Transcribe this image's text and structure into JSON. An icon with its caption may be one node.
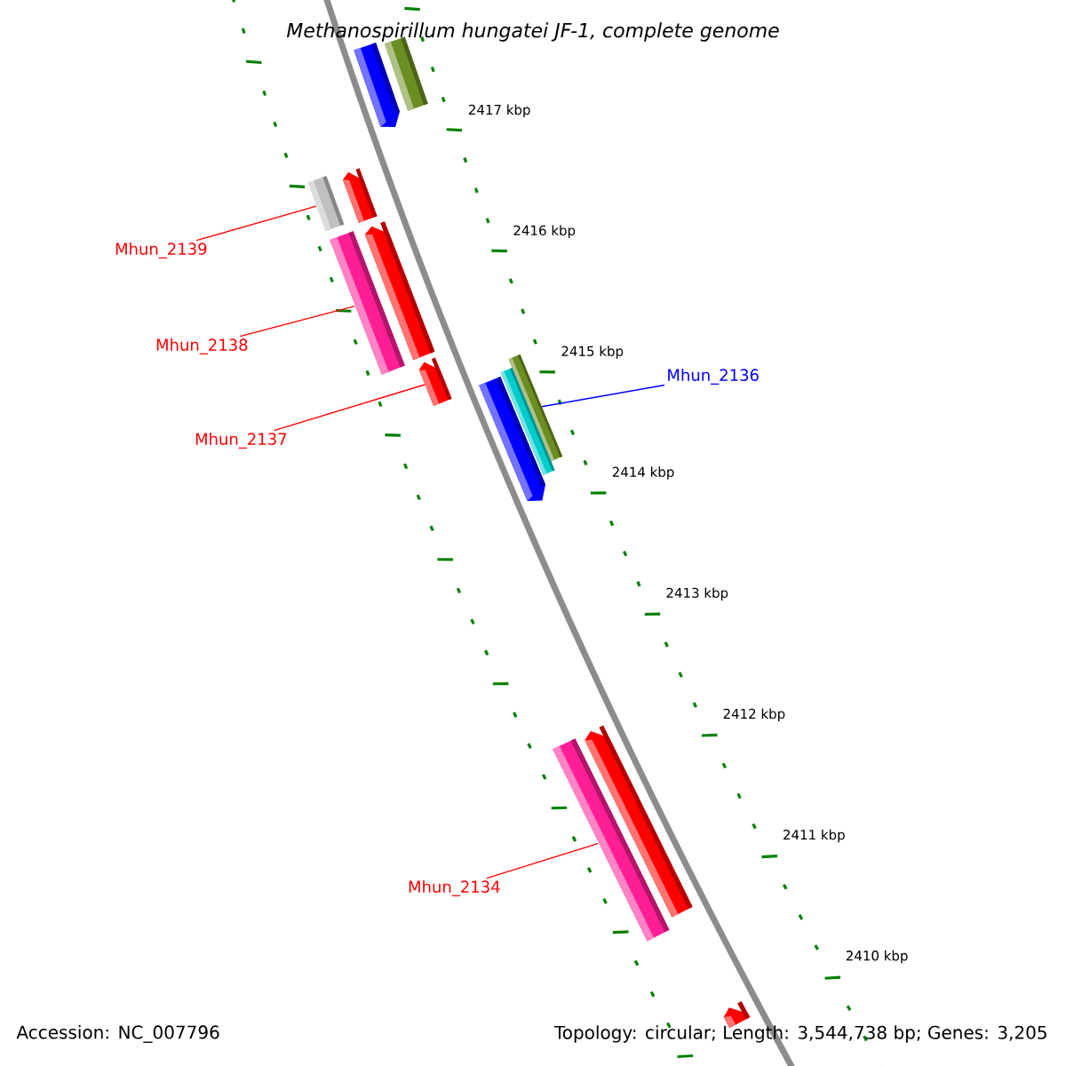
{
  "diagram": {
    "title": "Methanospirillum hungatei JF-1, complete genome",
    "nodes": [
      {
        "text": [],
        "shape": "bar"
      },
      {
        "text": [],
        "shape": "bar"
      },
      {
        "text": [],
        "shape": "bar"
      },
      {
        "text": [],
        "shape": "bar"
      },
      {
        "text": [
          "Mhun_2139"
        ]
      },
      {
        "text": [],
        "shape": "bar"
      },
      {
        "text": [],
        "shape": "bar"
      },
      {
        "text": [
          "Mhun_2138"
        ]
      },
      {
        "text": [],
        "shape": "bar"
      },
      {
        "text": [
          "Mhun_2136"
        ]
      },
      {
        "text": [],
        "shape": "bar"
      },
      {
        "text": [],
        "shape": "bar"
      },
      {
        "text": [],
        "shape": "bar"
      },
      {
        "text": [
          "Mhun_2137"
        ]
      },
      {
        "text": [],
        "shape": "bar"
      },
      {
        "text": [],
        "shape": "bar"
      },
      {
        "text": [
          "Mhun_2134"
        ]
      },
      {
        "text": [],
        "shape": "bar"
      }
    ],
    "edges": [
      {
        "from": 4,
        "to": 3,
        "arrow": "none"
      },
      {
        "from": 7,
        "to": 6,
        "arrow": "none"
      },
      {
        "from": 13,
        "to": 8,
        "arrow": "none"
      },
      {
        "from": 9,
        "to": 10,
        "arrow": "none",
        "color": "#0000ff"
      },
      {
        "from": 16,
        "to": 15,
        "arrow": "none"
      }
    ],
    "labels": [
      "2417 kbp",
      "2416 kbp",
      "2415 kbp",
      "2414 kbp",
      "2413 kbp",
      "2412 kbp",
      "2411 kbp",
      "2410 kbp",
      "Accession: NC_007796",
      "Topology: circular; Length: 3,544,738 bp; Genes: 3,205"
    ]
  }
}
